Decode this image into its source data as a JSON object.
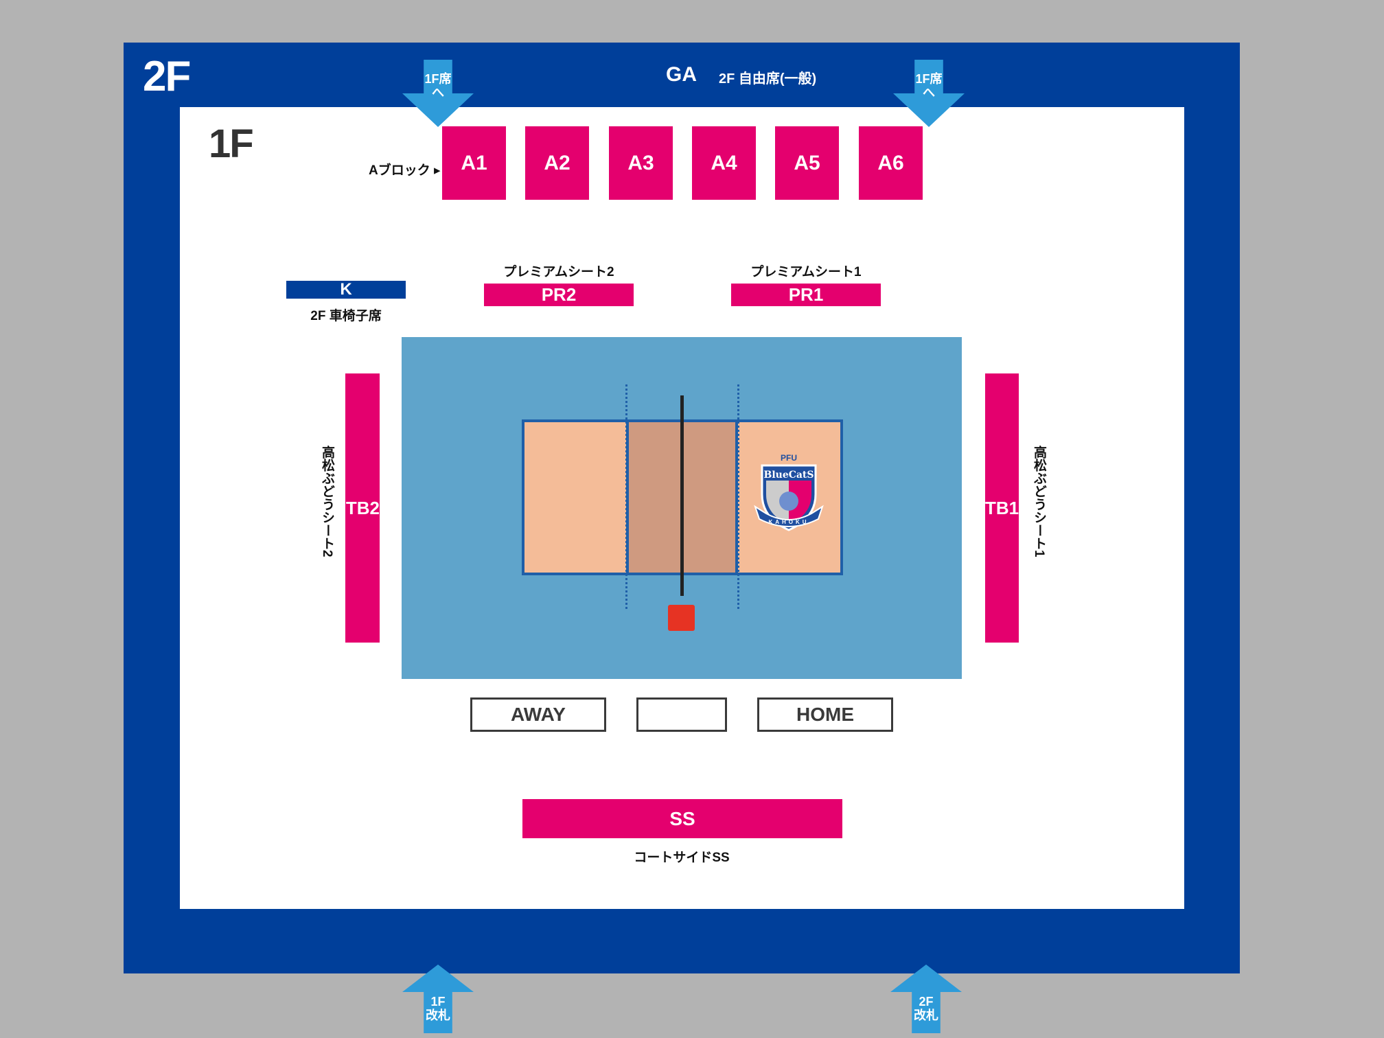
{
  "floors": {
    "upper": "2F",
    "lower": "1F"
  },
  "ga": {
    "code": "GA",
    "label": "2F 自由席(一般)"
  },
  "arrows_top": [
    {
      "line1": "1F席",
      "line2": "へ"
    },
    {
      "line1": "1F席",
      "line2": "へ"
    }
  ],
  "arrows_bottom": [
    {
      "line1": "1F",
      "line2": "改札"
    },
    {
      "line1": "2F",
      "line2": "改札"
    }
  ],
  "a_block": {
    "label": "Aブロック ▸",
    "blocks": [
      "A1",
      "A2",
      "A3",
      "A4",
      "A5",
      "A6"
    ]
  },
  "k": {
    "code": "K",
    "label": "2F 車椅子席"
  },
  "premium": [
    {
      "label": "プレミアムシート2",
      "code": "PR2"
    },
    {
      "label": "プレミアムシート1",
      "code": "PR1"
    }
  ],
  "side": [
    {
      "code": "TB2",
      "label": "高松ぶどうシート2"
    },
    {
      "code": "TB1",
      "label": "高松ぶどうシート1"
    }
  ],
  "benches": {
    "away": "AWAY",
    "middle": "",
    "home": "HOME"
  },
  "ss": {
    "code": "SS",
    "label": "コートサイドSS"
  },
  "logo": {
    "top": "PFU",
    "name": "BlueCatS",
    "bottom": "KAHOKU"
  },
  "colors": {
    "navy": "#003f9a",
    "magenta": "#e4006e",
    "court": "#5fa4cb",
    "arrow": "#2e9bd9"
  }
}
